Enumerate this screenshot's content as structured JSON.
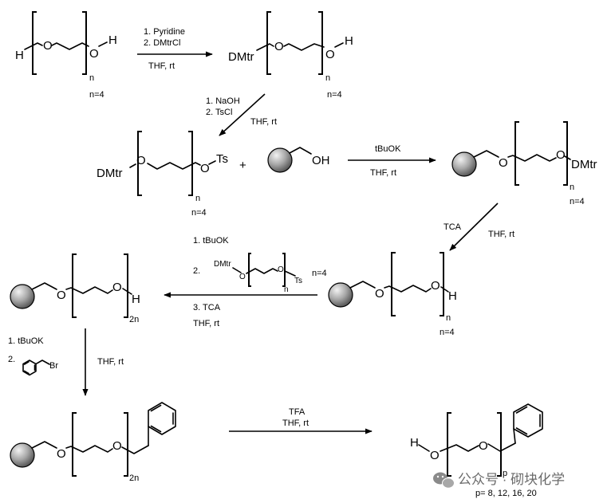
{
  "molecules": {
    "m1": {
      "h_left": "H",
      "o1": "O",
      "o2": "O",
      "h_right": "H",
      "sub": "n",
      "n_label": "n=4"
    },
    "m2": {
      "dmtr": "DMtr",
      "o1": "O",
      "o2": "O",
      "h": "H",
      "sub": "n",
      "n_label": "n=4"
    },
    "m3": {
      "dmtr": "DMtr",
      "o1": "O",
      "o2": "O",
      "ts": "Ts",
      "sub": "n",
      "n_label": "n=4"
    },
    "resin_oh": {
      "oh": "OH"
    },
    "m4": {
      "o1": "O",
      "o2": "O",
      "dmtr": "DMtr",
      "sub": "n",
      "n_label": "n=4"
    },
    "m5": {
      "o1": "O",
      "o2": "O",
      "h": "H",
      "sub": "n",
      "n_label": "n=4"
    },
    "m6": {
      "o1": "O",
      "o2": "O",
      "h": "H",
      "sub": "2n"
    },
    "m7": {
      "o1": "O",
      "o2": "O",
      "sub": "2n"
    },
    "m8": {
      "h": "H",
      "o1": "O",
      "o2": "O",
      "sub": "p",
      "p_label": "p= 8, 12, 16, 20"
    }
  },
  "plus": "+",
  "reactions": {
    "r1": {
      "step1": "1. Pyridine",
      "step2": "2. DMtrCl",
      "cond": "THF, rt"
    },
    "r2": {
      "step1": "1. NaOH",
      "step2": "2. TsCl",
      "cond": "THF, rt"
    },
    "r3": {
      "reagent": "tBuOK",
      "cond": "THF, rt"
    },
    "r4": {
      "reagent": "TCA",
      "cond": "THF, rt"
    },
    "r5": {
      "step1": "1. tBuOK",
      "step2_num": "2.",
      "dmtr": "DMtr",
      "o1": "O",
      "o2": "O",
      "ts": "Ts",
      "sub": "n",
      "n_label": "n=4",
      "step3": "3. TCA",
      "cond": "THF, rt"
    },
    "r6": {
      "step1": "1. tBuOK",
      "step2_num": "2.",
      "br": "Br",
      "cond": "THF, rt"
    },
    "r7": {
      "reagent": "TFA",
      "cond": "THF, rt"
    }
  },
  "watermark": {
    "text": "公众号 · 砌块化学",
    "icon": "wechat-icon"
  },
  "colors": {
    "ink": "#000000",
    "bead_light": "#f2f2f2",
    "bead_dark": "#5a5a5a",
    "watermark": "#6b6b6b"
  }
}
